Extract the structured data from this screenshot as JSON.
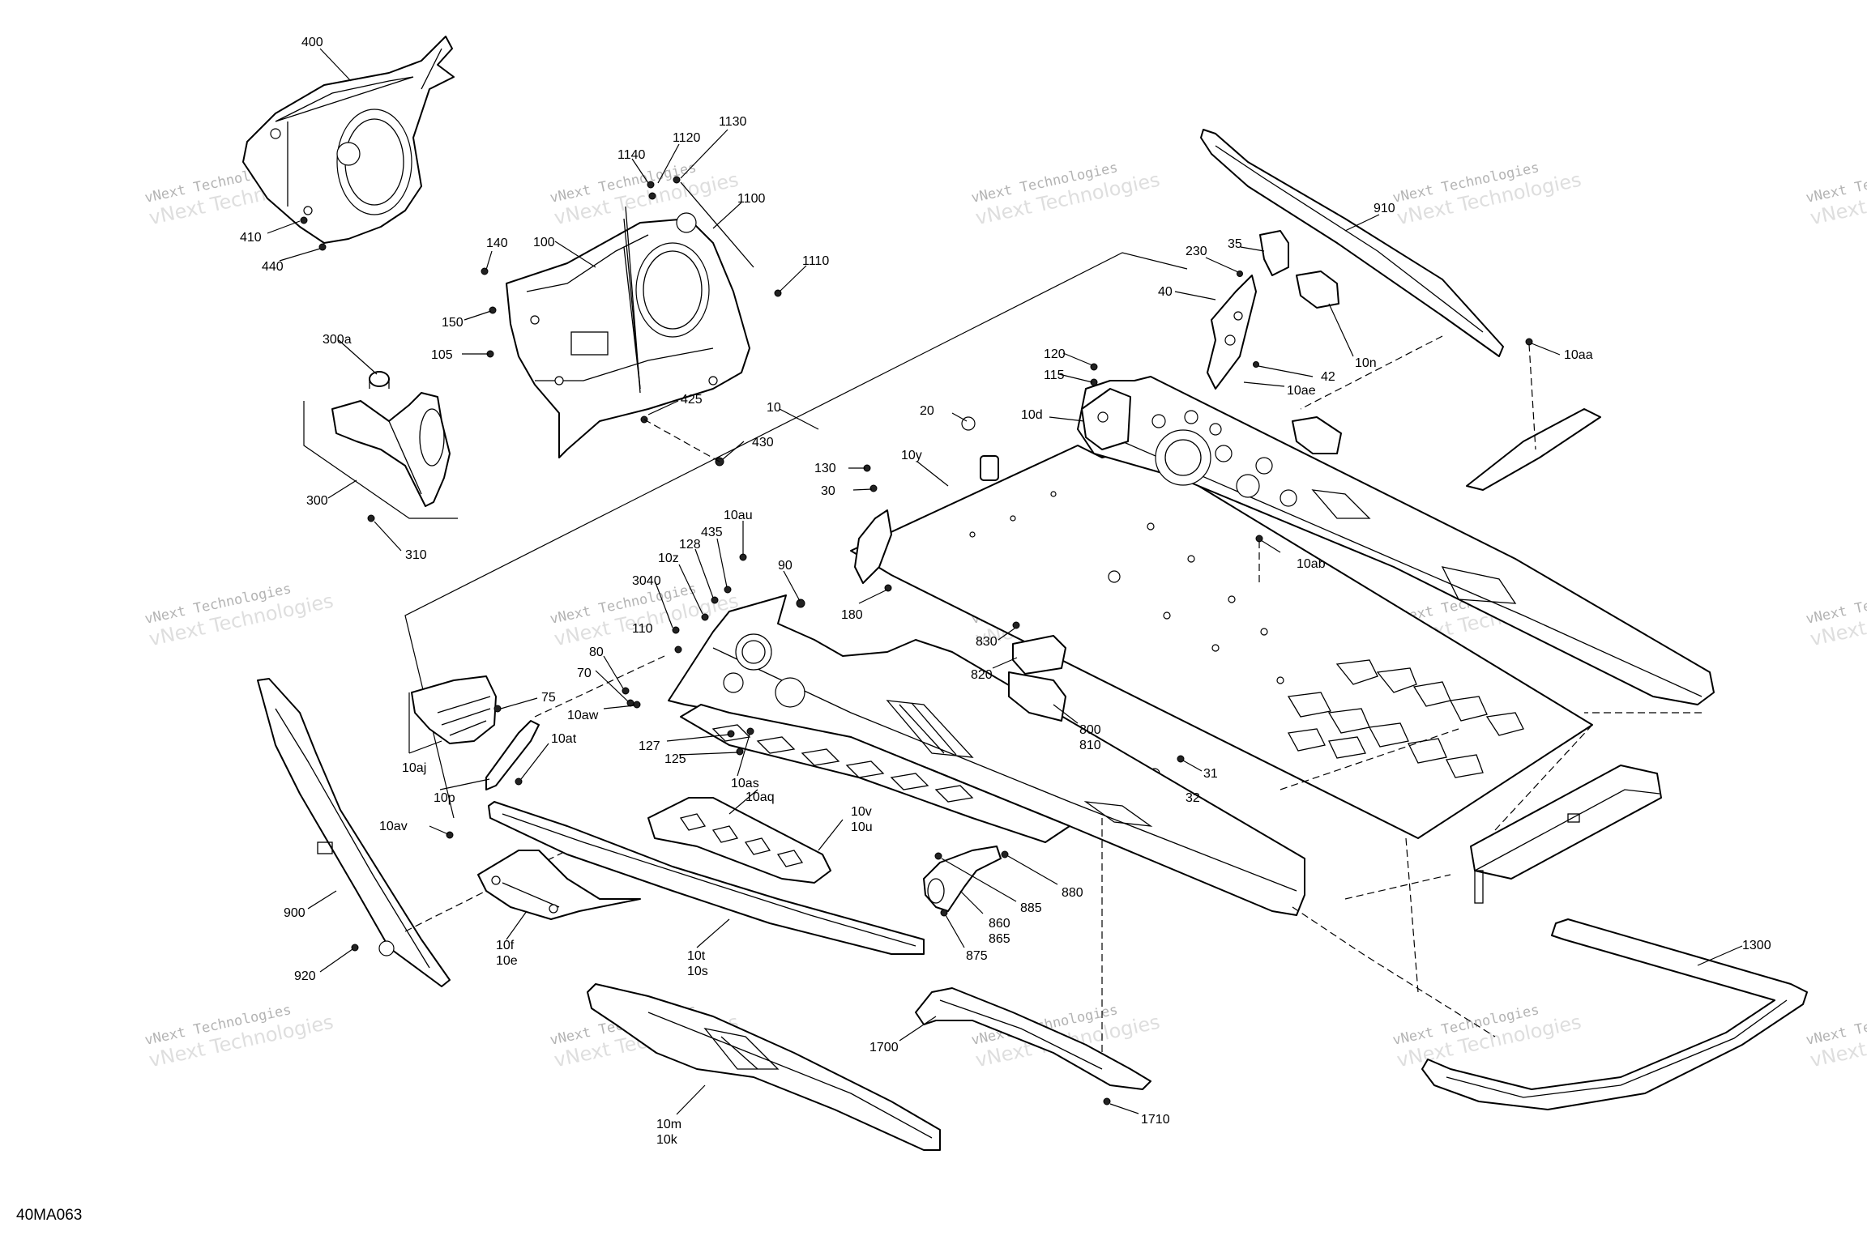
{
  "diagram_code": "40MA063",
  "watermark": {
    "line1": "vNext Technologies",
    "line2": "vNext Technologies"
  },
  "callouts": {
    "c400": "400",
    "c410": "410",
    "c440": "440",
    "c1140": "1140",
    "c1120": "1120",
    "c1130": "1130",
    "c1100": "1100",
    "c1110": "1110",
    "c140": "140",
    "c100": "100",
    "c150": "150",
    "c105": "105",
    "c425": "425",
    "c430": "430",
    "c300a": "300a",
    "c300": "300",
    "c310": "310",
    "c10": "10",
    "c910": "910",
    "c230": "230",
    "c35": "35",
    "c40": "40",
    "c10n": "10n",
    "c42": "42",
    "c10ae": "10ae",
    "c120": "120",
    "c115": "115",
    "c10aa": "10aa",
    "c20": "20",
    "c10d": "10d",
    "c130": "130",
    "c10y": "10y",
    "c30": "30",
    "c10ab": "10ab",
    "c180": "180",
    "c10au": "10au",
    "c435": "435",
    "c128": "128",
    "c10z": "10z",
    "c90": "90",
    "c3040": "3040",
    "c110": "110",
    "c830": "830",
    "c820": "820",
    "c800": "800",
    "c810": "810",
    "c75": "75",
    "c80": "80",
    "c70": "70",
    "c10aw": "10aw",
    "c10at": "10at",
    "c10aj": "10aj",
    "c10p": "10p",
    "c127": "127",
    "c125": "125",
    "c10as": "10as",
    "c10aq": "10aq",
    "c10v": "10v",
    "c10u": "10u",
    "c31": "31",
    "c32": "32",
    "c10av": "10av",
    "c880": "880",
    "c885": "885",
    "c860": "860",
    "c865": "865",
    "c875": "875",
    "c900": "900",
    "c920": "920",
    "c10f": "10f",
    "c10e": "10e",
    "c10t": "10t",
    "c10s": "10s",
    "c1300": "1300",
    "c1700": "1700",
    "c1710": "1710",
    "c10m": "10m",
    "c10k": "10k"
  }
}
